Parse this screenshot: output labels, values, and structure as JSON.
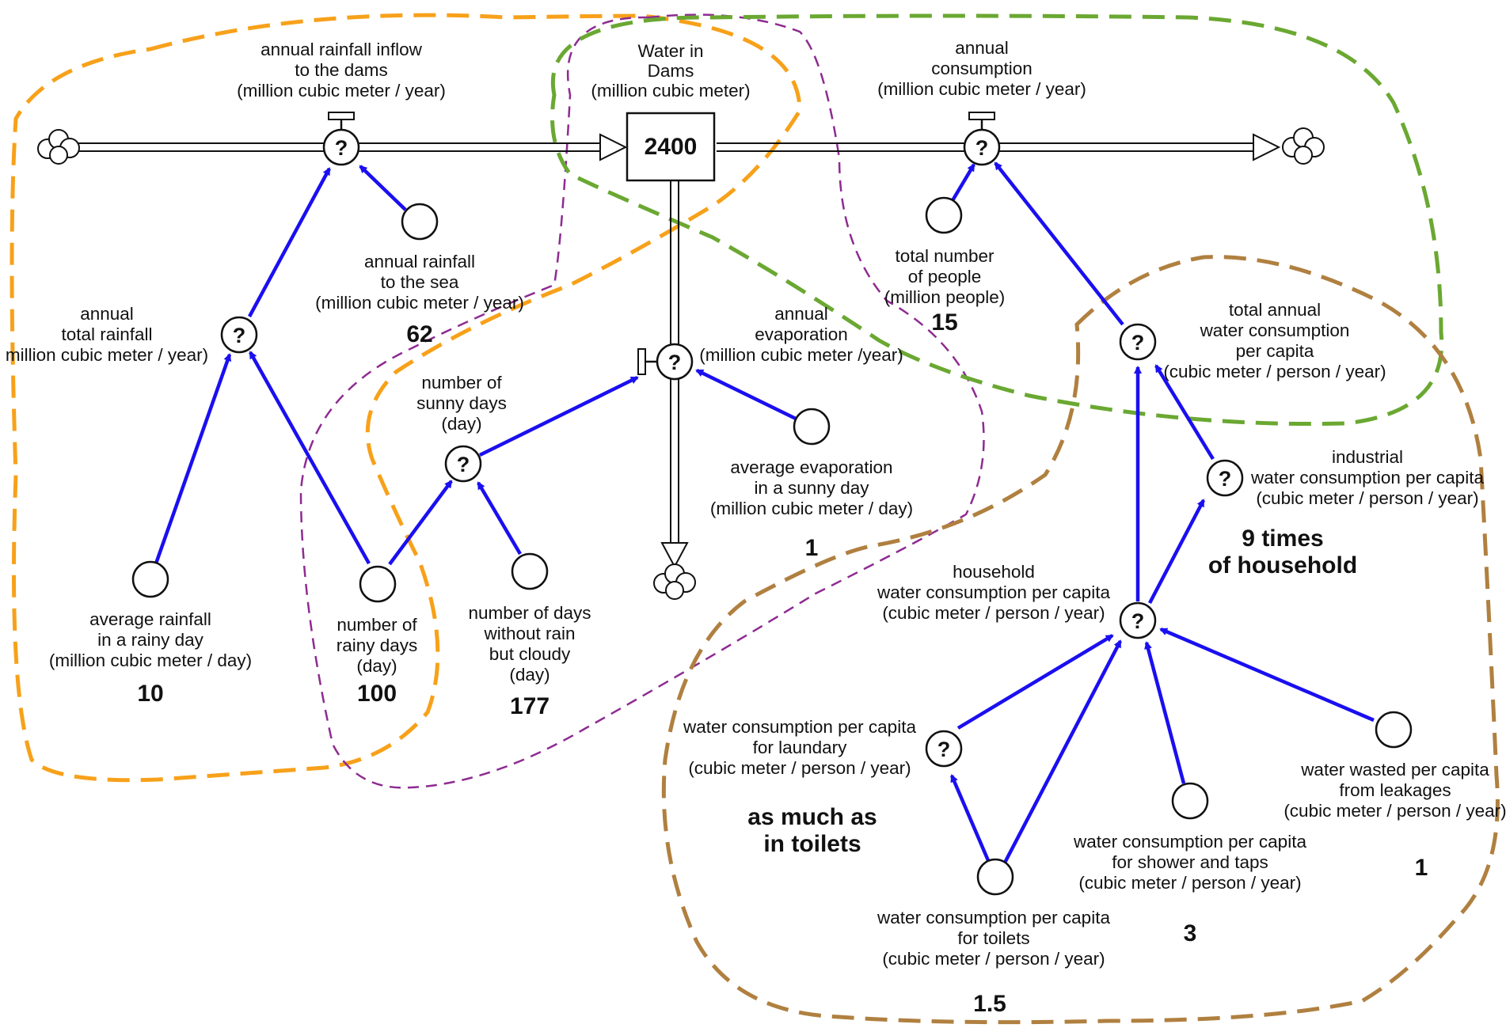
{
  "stock": {
    "name_lines": [
      "Water in",
      "Dams",
      "(million cubic meter)"
    ],
    "value": "2400"
  },
  "flows": {
    "inflow": {
      "label_lines": [
        "annual rainfall inflow",
        "to the dams",
        "(million cubic meter / year)"
      ],
      "symbol": "?"
    },
    "consumption": {
      "label_lines": [
        "annual",
        "consumption",
        "(million cubic meter / year)"
      ],
      "symbol": "?"
    },
    "evaporation": {
      "label_lines": [
        "annual",
        "evaporation",
        "(million cubic meter /year)"
      ],
      "symbol": "?"
    }
  },
  "auxiliaries": {
    "total_rainfall": {
      "label_lines": [
        "annual",
        "total rainfall",
        "million cubic meter / year)"
      ],
      "symbol": "?"
    },
    "sunny_days": {
      "label_lines": [
        "number of",
        "sunny days",
        "(day)"
      ],
      "symbol": "?"
    },
    "total_water_per_capita": {
      "label_lines": [
        "total annual",
        "water consumption",
        "per capita",
        "(cubic meter / person / year)"
      ],
      "symbol": "?"
    },
    "industrial": {
      "label_lines": [
        "industrial",
        "water consumption per capita",
        "(cubic meter / person / year)"
      ],
      "symbol": "?"
    },
    "household": {
      "label_lines": [
        "household",
        "water consumption per capita",
        "(cubic meter / person / year)"
      ],
      "symbol": "?"
    },
    "laundry": {
      "label_lines": [
        "water consumption per capita",
        "for laundary",
        "(cubic meter / person / year)"
      ],
      "symbol": "?"
    }
  },
  "constants": {
    "rainfall_to_sea": {
      "label_lines": [
        "annual rainfall",
        "to the sea",
        "(million cubic meter / year)"
      ],
      "value": "62"
    },
    "avg_rainfall": {
      "label_lines": [
        "average rainfall",
        "in a rainy day",
        "(million cubic meter / day)"
      ],
      "value": "10"
    },
    "rainy_days": {
      "label_lines": [
        "number of",
        "rainy days",
        "(day)"
      ],
      "value": "100"
    },
    "cloudy_days": {
      "label_lines": [
        "number of days",
        "without rain",
        "but cloudy",
        "(day)"
      ],
      "value": "177"
    },
    "avg_evaporation": {
      "label_lines": [
        "average evaporation",
        "in a sunny day",
        "(million cubic meter / day)"
      ],
      "value": "1"
    },
    "people": {
      "label_lines": [
        "total number",
        "of people",
        "(million people)"
      ],
      "value": "15"
    },
    "toilets": {
      "label_lines": [
        "water consumption per capita",
        "for toilets",
        "(cubic meter / person / year)"
      ],
      "value": "1.5"
    },
    "shower": {
      "label_lines": [
        "water consumption per capita",
        "for shower and taps",
        "(cubic meter / person / year)"
      ],
      "value": "3"
    },
    "leakage": {
      "label_lines": [
        "water wasted per capita",
        "from leakages",
        "(cubic meter / person / year)"
      ],
      "value": "1"
    }
  },
  "notes": {
    "industrial_note": [
      "9 times",
      "of household"
    ],
    "laundry_note": [
      "as much as",
      "in toilets"
    ]
  },
  "colors": {
    "link": "#1a0ff0",
    "region_orange": "#f7a11a",
    "region_purple": "#8e2b91",
    "region_green": "#6aa832",
    "region_brown": "#b08040"
  }
}
